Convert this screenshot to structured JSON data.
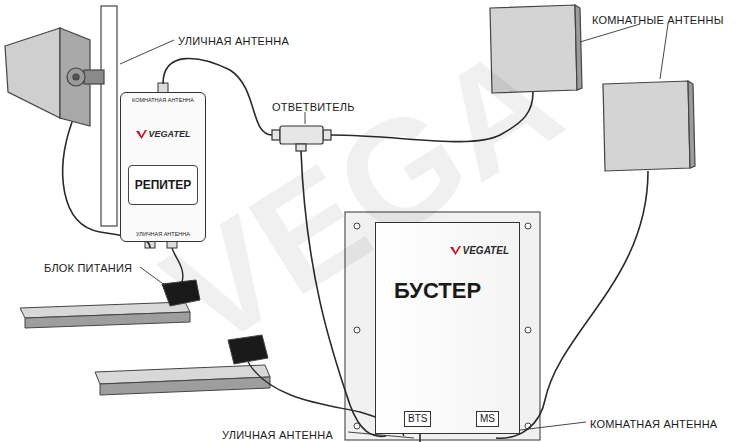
{
  "diagram": {
    "nodes": [
      {
        "text": [
          "КОМНАТНАЯ АНТЕННА",
          "VEGATEL",
          "РЕПИТЕР",
          "УЛИЧНАЯ АНТЕННА"
        ]
      },
      {
        "text": [
          "VEGATEL",
          "БУСТЕР"
        ]
      },
      {
        "text": [
          "BTS"
        ],
        "in": 1
      },
      {
        "text": [
          "MS"
        ],
        "in": 1
      }
    ],
    "labels": [
      "УЛИЧНАЯ АНТЕННА",
      "КОМНАТНЫЕ АНТЕННЫ",
      "ОТВЕТВИТЕЛЬ",
      "БЛОК ПИТАНИЯ",
      "УЛИЧНАЯ АНТЕННА",
      "КОМНАТНАЯ АНТЕННА",
      "VEGA"
    ]
  }
}
